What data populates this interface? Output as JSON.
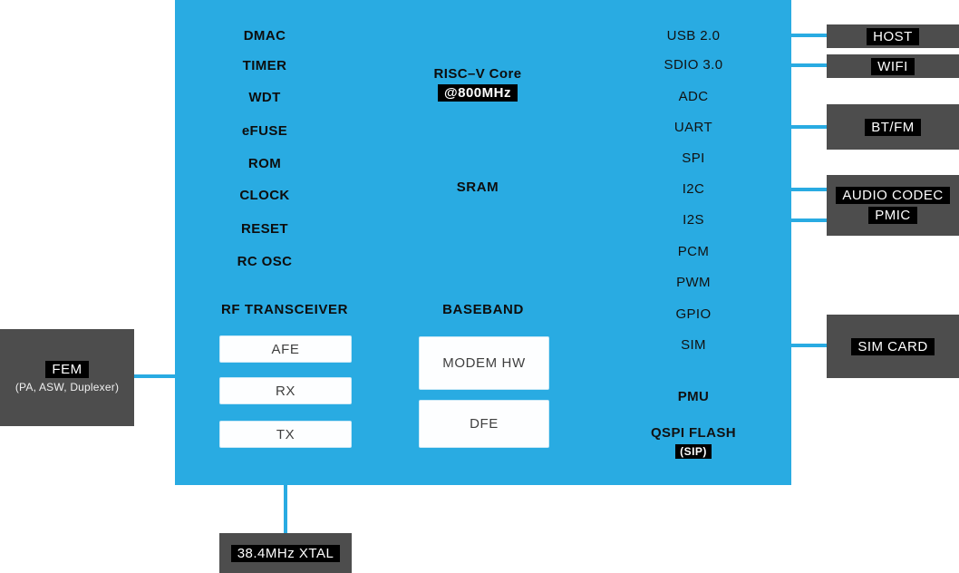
{
  "colors": {
    "soc_fill": "#29ABE2",
    "external_box_fill": "#4D4D4D",
    "label_highlight": "#000000",
    "inner_box_fill": "#FFFFFF"
  },
  "soc": {
    "peripherals": [
      "DMAC",
      "TIMER",
      "WDT",
      "eFUSE",
      "ROM",
      "CLOCK",
      "RESET",
      "RC OSC"
    ],
    "core_line1": "RISC–V Core",
    "core_line2": "@800MHz",
    "sram": "SRAM",
    "rf_title": "RF TRANSCEIVER",
    "rf_blocks": [
      "AFE",
      "RX",
      "TX"
    ],
    "baseband_title": "BASEBAND",
    "baseband_blocks": [
      "MODEM HW",
      "DFE"
    ],
    "interfaces": [
      "USB 2.0",
      "SDIO 3.0",
      "ADC",
      "UART",
      "SPI",
      "I2C",
      "I2S",
      "PCM",
      "PWM",
      "GPIO",
      "SIM"
    ],
    "pmu": "PMU",
    "flash_line1": "QSPI FLASH",
    "flash_line2": "(SIP)"
  },
  "external": {
    "host": "HOST",
    "wifi": "WIFI",
    "bt_fm": "BT/FM",
    "audio_line1": "AUDIO CODEC",
    "audio_line2": "PMIC",
    "sim_card": "SIM CARD",
    "fem_line1": "FEM",
    "fem_line2": "(PA, ASW, Duplexer)",
    "xtal": "38.4MHz XTAL"
  }
}
